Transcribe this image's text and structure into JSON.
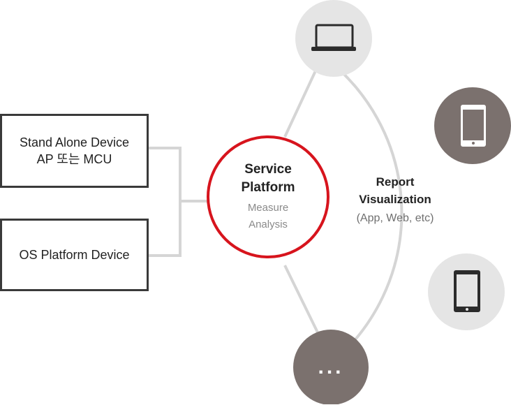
{
  "left_boxes": [
    {
      "line1": "Stand Alone Device",
      "line2": "AP 또는 MCU"
    },
    {
      "line1": "OS Platform Device",
      "line2": ""
    }
  ],
  "center": {
    "title_line1": "Service",
    "title_line2": "Platform",
    "sub_line1": "Measure",
    "sub_line2": "Analysis"
  },
  "report": {
    "title_line1": "Report",
    "title_line2": "Visualization",
    "sub": "(App, Web, etc)"
  },
  "nodes": [
    {
      "icon": "laptop-icon",
      "fill": "#e5e5e5"
    },
    {
      "icon": "smartphone-icon",
      "fill": "#7b716e"
    },
    {
      "icon": "tablet-icon",
      "fill": "#e5e5e5"
    },
    {
      "icon": "more-icon",
      "fill": "#7b716e",
      "label": "..."
    }
  ],
  "colors": {
    "accent": "#d7141d",
    "line": "#d5d5d5",
    "dark_node": "#7b716e",
    "light_node": "#e5e5e5",
    "box_border": "#3a3a3a"
  }
}
